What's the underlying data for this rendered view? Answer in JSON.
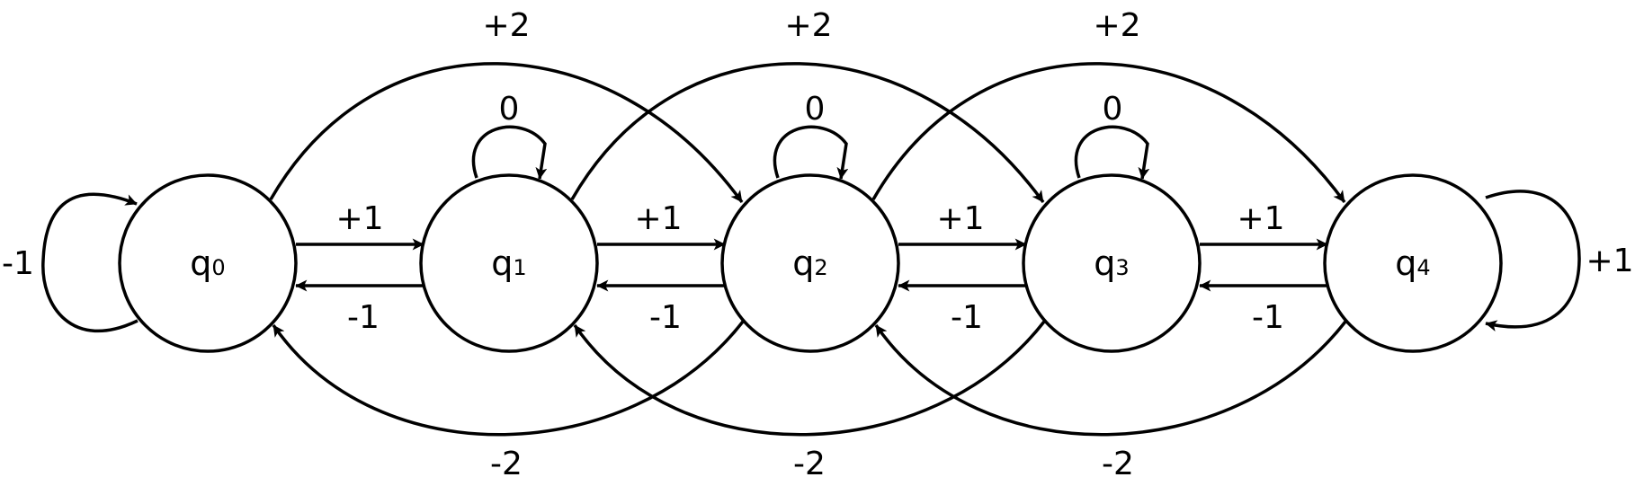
{
  "states": [
    {
      "base": "q",
      "sub": "0"
    },
    {
      "base": "q",
      "sub": "1"
    },
    {
      "base": "q",
      "sub": "2"
    },
    {
      "base": "q",
      "sub": "3"
    },
    {
      "base": "q",
      "sub": "4"
    }
  ],
  "edges": {
    "forward_1": "+1",
    "backward_1": "-1",
    "forward_2": "+2",
    "backward_2": "-2",
    "self_middle": "0",
    "self_q0": "-1",
    "self_q4": "+1"
  }
}
